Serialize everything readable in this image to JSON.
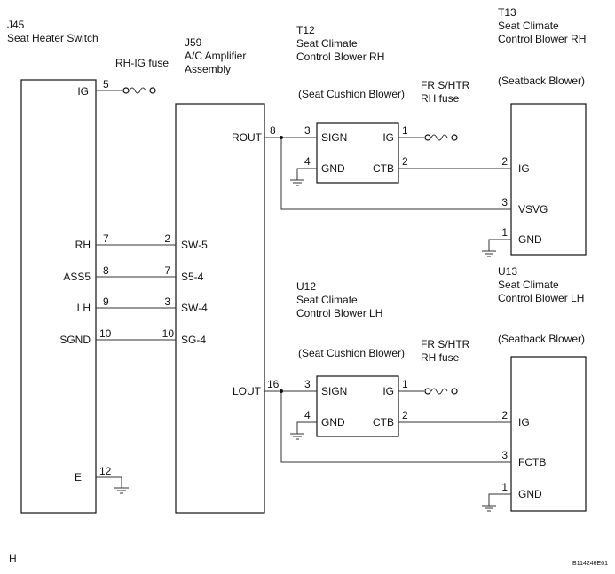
{
  "components": {
    "j45": {
      "code": "J45",
      "name": "Seat Heater Switch"
    },
    "j59": {
      "code": "J59",
      "name_line1": "A/C Amplifier",
      "name_line2": "Assembly"
    },
    "t12": {
      "code": "T12",
      "name_line1": "Seat Climate",
      "name_line2": "Control Blower RH",
      "subtitle": "(Seat Cushion Blower)"
    },
    "t13": {
      "code": "T13",
      "name_line1": "Seat Climate",
      "name_line2": "Control Blower RH",
      "subtitle": "(Seatback Blower)"
    },
    "u12": {
      "code": "U12",
      "name_line1": "Seat Climate",
      "name_line2": "Control Blower LH",
      "subtitle": "(Seat Cushion Blower)"
    },
    "u13": {
      "code": "U13",
      "name_line1": "Seat Climate",
      "name_line2": "Control Blower LH",
      "subtitle": "(Seatback Blower)"
    }
  },
  "fuses": {
    "rh_ig": "RH-IG fuse",
    "fr_shtr_line1": "FR S/HTR",
    "fr_shtr_line2": "RH fuse"
  },
  "terminals": {
    "j45": {
      "ig": "IG",
      "ig_pin": "5",
      "rh": "RH",
      "rh_pin": "7",
      "ass5": "ASS5",
      "ass5_pin": "8",
      "lh": "LH",
      "lh_pin": "9",
      "sgnd": "SGND",
      "sgnd_pin": "10",
      "e": "E",
      "e_pin": "12"
    },
    "j59": {
      "sw5": "SW-5",
      "sw5_pin": "2",
      "s54": "S5-4",
      "s54_pin": "7",
      "sw4": "SW-4",
      "sw4_pin": "3",
      "sg4": "SG-4",
      "sg4_pin": "10",
      "rout": "ROUT",
      "rout_pin": "8",
      "lout": "LOUT",
      "lout_pin": "16"
    },
    "t12": {
      "sign": "SIGN",
      "sign_pin": "3",
      "ig": "IG",
      "ig_pin": "1",
      "gnd": "GND",
      "gnd_pin": "4",
      "ctb": "CTB",
      "ctb_pin": "2"
    },
    "t13": {
      "ig": "IG",
      "ig_pin": "2",
      "vsvg": "VSVG",
      "vsvg_pin": "3",
      "gnd": "GND",
      "gnd_pin": "1"
    },
    "u12": {
      "sign": "SIGN",
      "sign_pin": "3",
      "ig": "IG",
      "ig_pin": "1",
      "gnd": "GND",
      "gnd_pin": "4",
      "ctb": "CTB",
      "ctb_pin": "2"
    },
    "u13": {
      "ig": "IG",
      "ig_pin": "2",
      "fctb": "FCTB",
      "fctb_pin": "3",
      "gnd": "GND",
      "gnd_pin": "1"
    }
  },
  "footer": {
    "page_marker": "H",
    "figure_id": "B114246E01"
  }
}
